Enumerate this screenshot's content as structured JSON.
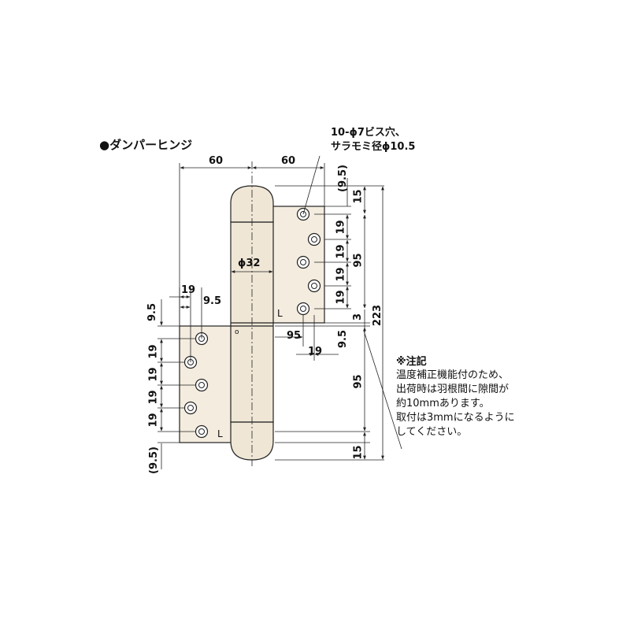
{
  "title": "●ダンパーヒンジ",
  "hole_spec": {
    "line1": "10-ϕ7ビス穴、",
    "line2": "サラモミ径ϕ10.5"
  },
  "dims": {
    "width_left": "60",
    "width_right": "60",
    "pin_diameter": "ϕ32",
    "top_offset": "(9.5)",
    "top_gap": "15",
    "pitch": "19",
    "span_upper": "95",
    "gap_3": "3",
    "total": "223",
    "left_pitch_h": "19",
    "left_edge_h": "9.5",
    "left_top_v": "9.5",
    "bottom_span_h": "95",
    "bottom_edge_v": "9.5",
    "bottom_pitch_h": "19",
    "span_lower": "95",
    "bottom_gap": "15",
    "bottom_offset": "(9.5)"
  },
  "marks": {
    "L_upper": "L",
    "L_lower": "L",
    "o_mark": "o"
  },
  "note": {
    "heading": "※注記",
    "line1": "温度補正機能付のため、",
    "line2": "出荷時は羽根間に隙間が",
    "line3": "約10mmあります。",
    "line4": "取付は3mmになるように",
    "line5": "してください。"
  },
  "colors": {
    "leaf_fill": "#f3ecdf",
    "pin_fill": "#efe6d6",
    "line": "#222222"
  }
}
